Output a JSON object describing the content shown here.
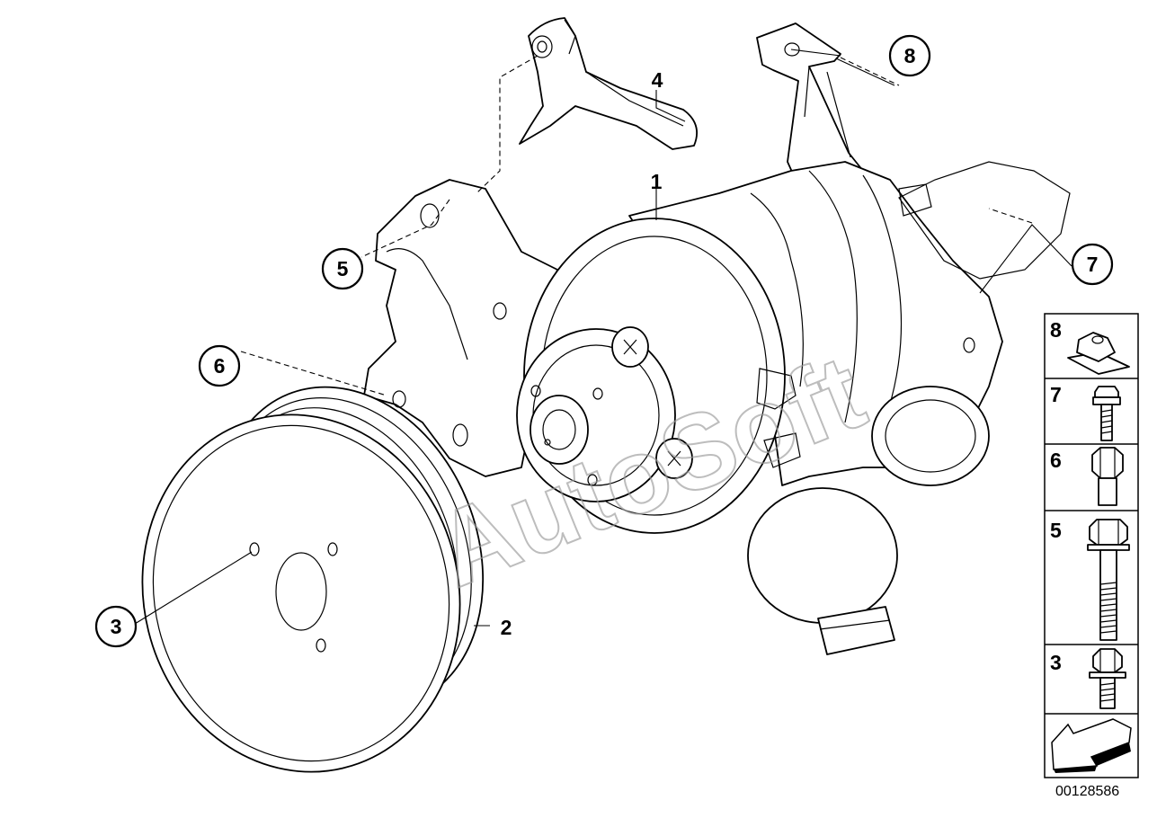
{
  "callouts": {
    "c1": "1",
    "c2": "2",
    "c3": "3",
    "c4": "4",
    "c5": "5",
    "c6": "6",
    "c7": "7",
    "c8": "8"
  },
  "legend": {
    "items": [
      "8",
      "7",
      "6",
      "5",
      "3"
    ]
  },
  "watermark": "AutoSoft",
  "document_number": "00128586"
}
